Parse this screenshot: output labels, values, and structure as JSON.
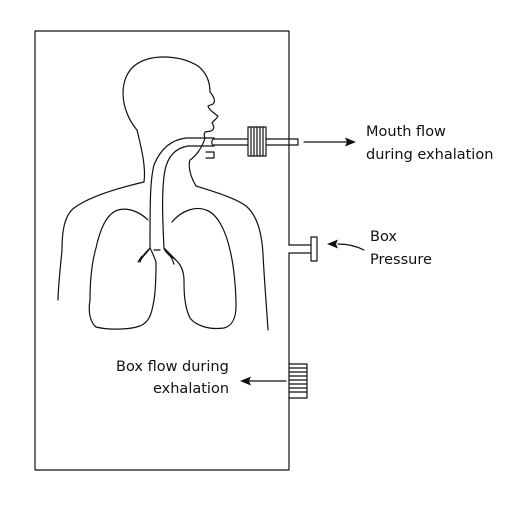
{
  "labels": {
    "mouth_flow": [
      "Mouth flow",
      "during exhalation"
    ],
    "box_pressure": [
      "Box",
      "Pressure"
    ],
    "box_flow": [
      "Box flow during",
      "exhalation"
    ]
  },
  "colors": {
    "line": "#111111",
    "background": "#ffffff"
  }
}
